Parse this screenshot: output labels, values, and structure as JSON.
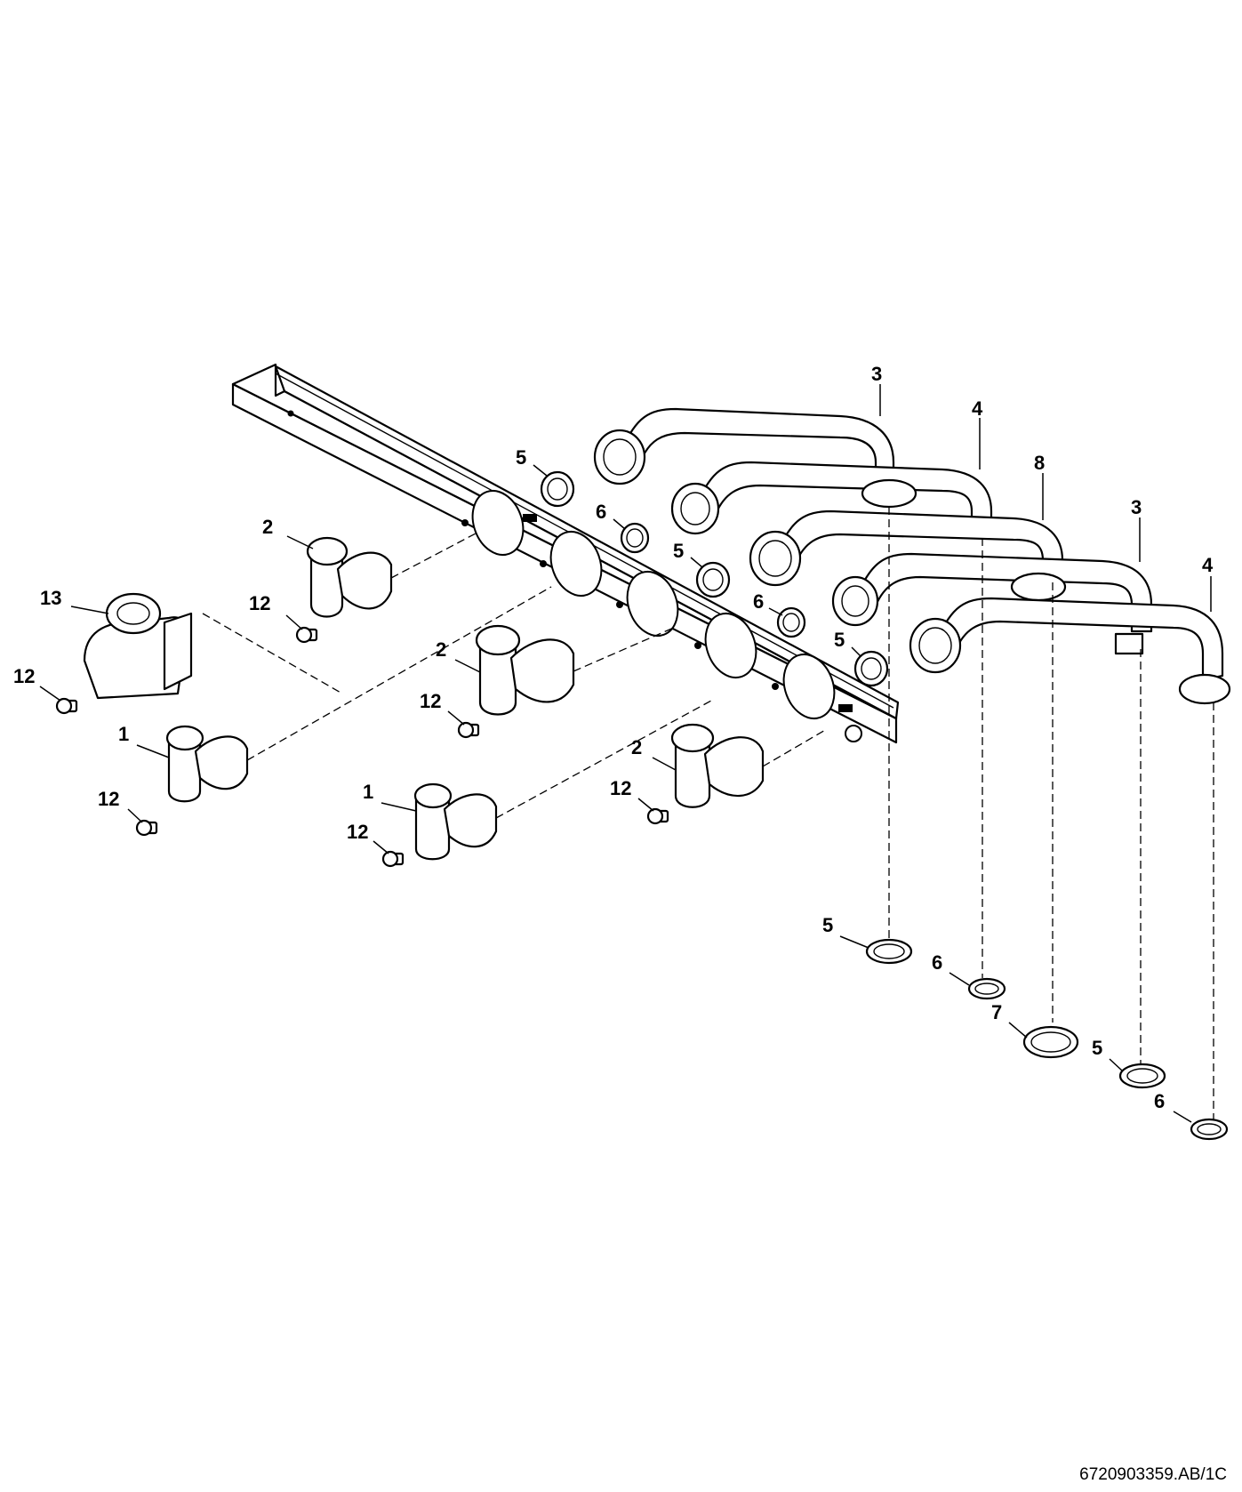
{
  "document_ref": "6720903359.AB/1C",
  "callouts": [
    {
      "label": "3"
    },
    {
      "label": "4"
    },
    {
      "label": "8"
    },
    {
      "label": "3"
    },
    {
      "label": "4"
    },
    {
      "label": "5"
    },
    {
      "label": "6"
    },
    {
      "label": "5"
    },
    {
      "label": "6"
    },
    {
      "label": "5"
    },
    {
      "label": "2"
    },
    {
      "label": "12"
    },
    {
      "label": "13"
    },
    {
      "label": "12"
    },
    {
      "label": "2"
    },
    {
      "label": "12"
    },
    {
      "label": "1"
    },
    {
      "label": "12"
    },
    {
      "label": "1"
    },
    {
      "label": "12"
    },
    {
      "label": "2"
    },
    {
      "label": "12"
    },
    {
      "label": "5"
    },
    {
      "label": "6"
    },
    {
      "label": "7"
    },
    {
      "label": "5"
    },
    {
      "label": "6"
    }
  ],
  "colors": {
    "line": "#000000",
    "background": "#ffffff"
  }
}
